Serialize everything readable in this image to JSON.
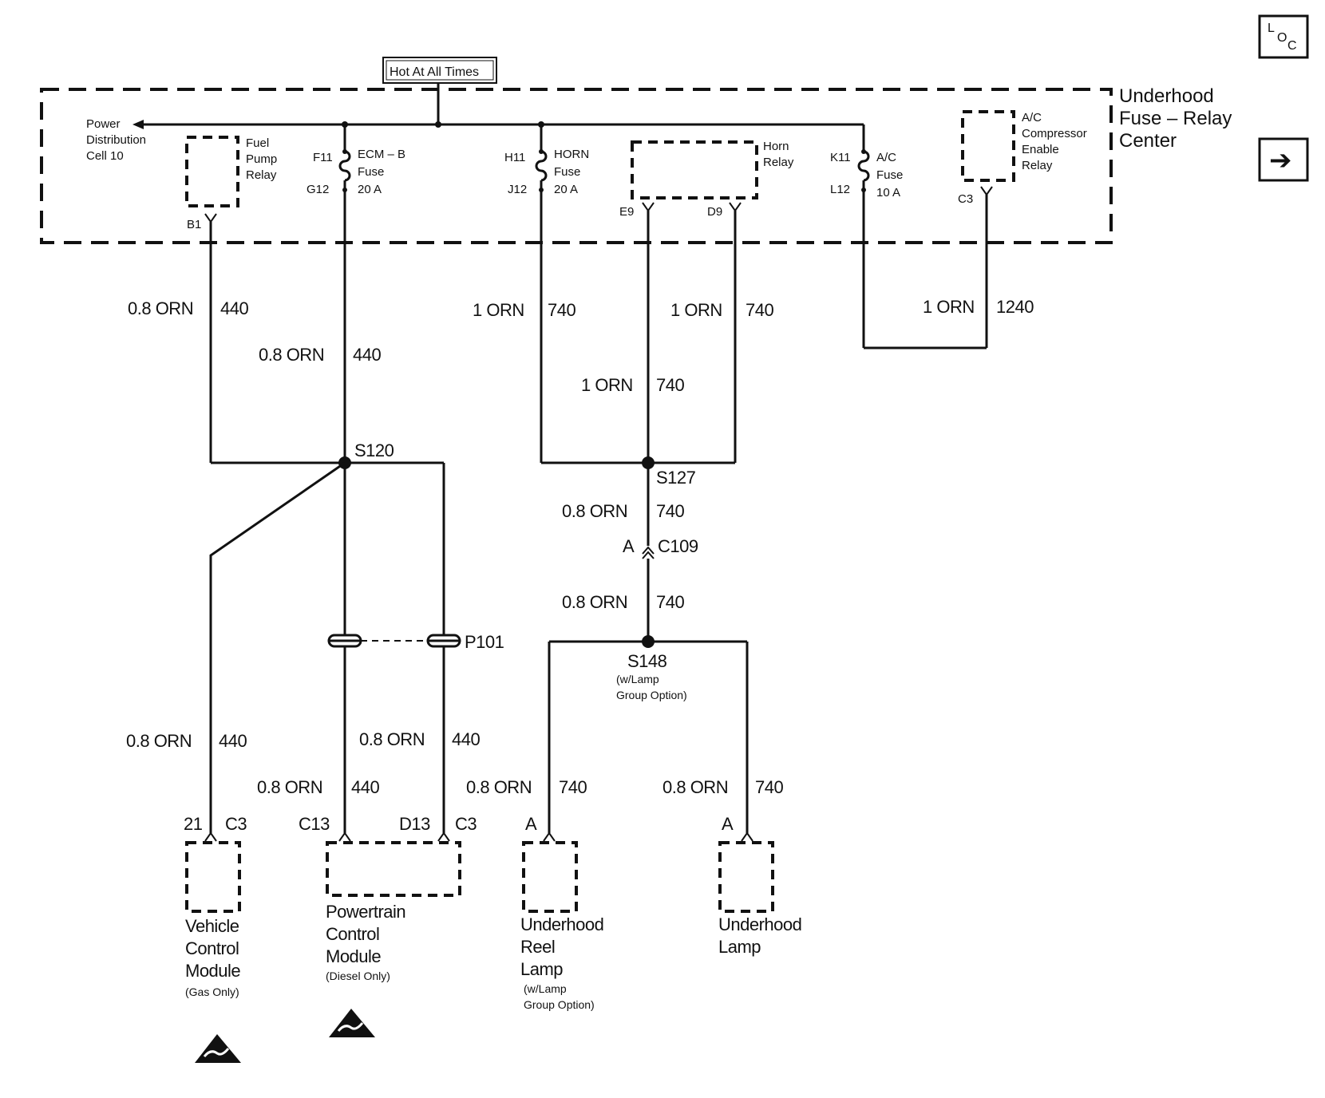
{
  "header": {
    "hot_label": "Hot At All Times"
  },
  "nav": {
    "loc_l": "L",
    "loc_o": "O",
    "loc_c": "C",
    "next_glyph": "➔"
  },
  "fuse_center": {
    "label_1": "Underhood",
    "label_2": "Fuse – Relay",
    "label_3": "Center"
  },
  "power_dist": {
    "line1": "Power",
    "line2": "Distribution",
    "line3": "Cell 10"
  },
  "fuel_pump_relay": {
    "line1": "Fuel",
    "line2": "Pump",
    "line3": "Relay",
    "pin": "B1"
  },
  "ecm_fuse": {
    "pin_in": "F11",
    "pin_out": "G12",
    "line1": "ECM – B",
    "line2": "Fuse",
    "line3": "20 A"
  },
  "horn_fuse": {
    "pin_in": "H11",
    "pin_out": "J12",
    "line1": "HORN",
    "line2": "Fuse",
    "line3": "20 A"
  },
  "horn_relay": {
    "line1": "Horn",
    "line2": "Relay",
    "pin_e9": "E9",
    "pin_d9": "D9"
  },
  "ac_fuse": {
    "pin_in": "K11",
    "pin_out": "L12",
    "line1": "A/C",
    "line2": "Fuse",
    "line3": "10 A"
  },
  "ac_relay": {
    "line1": "A/C",
    "line2": "Compressor",
    "line3": "Enable",
    "line4": "Relay",
    "pin": "C3"
  },
  "wires": {
    "w1_size": "0.8 ORN",
    "w1_circ": "440",
    "w2_size": "0.8 ORN",
    "w2_circ": "440",
    "w3_size": "1 ORN",
    "w3_circ": "740",
    "w4_size": "1 ORN",
    "w4_circ": "740",
    "w5_size": "1 ORN",
    "w5_circ": "740",
    "w6_size": "1 ORN",
    "w6_circ": "1240",
    "w7_size": "0.8 ORN",
    "w7_circ": "740",
    "w8_size": "0.8 ORN",
    "w8_circ": "740",
    "w9_size": "0.8 ORN",
    "w9_circ": "440",
    "w10_size": "0.8 ORN",
    "w10_circ": "440",
    "w11_size": "0.8 ORN",
    "w11_circ": "440",
    "w12_size": "0.8 ORN",
    "w12_circ": "740",
    "w13_size": "0.8 ORN",
    "w13_circ": "740"
  },
  "splices": {
    "s120": "S120",
    "s127": "S127",
    "s148": "S148",
    "s148_note1": "(w/Lamp",
    "s148_note2": "Group Option)"
  },
  "connectors": {
    "c109_pin": "A",
    "c109": "C109",
    "p101": "P101"
  },
  "vcm": {
    "pin": "21",
    "conn": "C3",
    "line1": "Vehicle",
    "line2": "Control",
    "line3": "Module",
    "note": "(Gas Only)"
  },
  "pcm": {
    "pin_c13": "C13",
    "pin_d13": "D13",
    "conn": "C3",
    "line1": "Powertrain",
    "line2": "Control",
    "line3": "Module",
    "note": "(Diesel Only)"
  },
  "reel_lamp": {
    "pin": "A",
    "line1": "Underhood",
    "line2": "Reel",
    "line3": "Lamp",
    "note1": "(w/Lamp",
    "note2": "Group Option)"
  },
  "underhood_lamp": {
    "pin": "A",
    "line1": "Underhood",
    "line2": "Lamp"
  },
  "icons": {
    "esd_1": "esd-warning-icon",
    "esd_2": "esd-warning-icon"
  }
}
